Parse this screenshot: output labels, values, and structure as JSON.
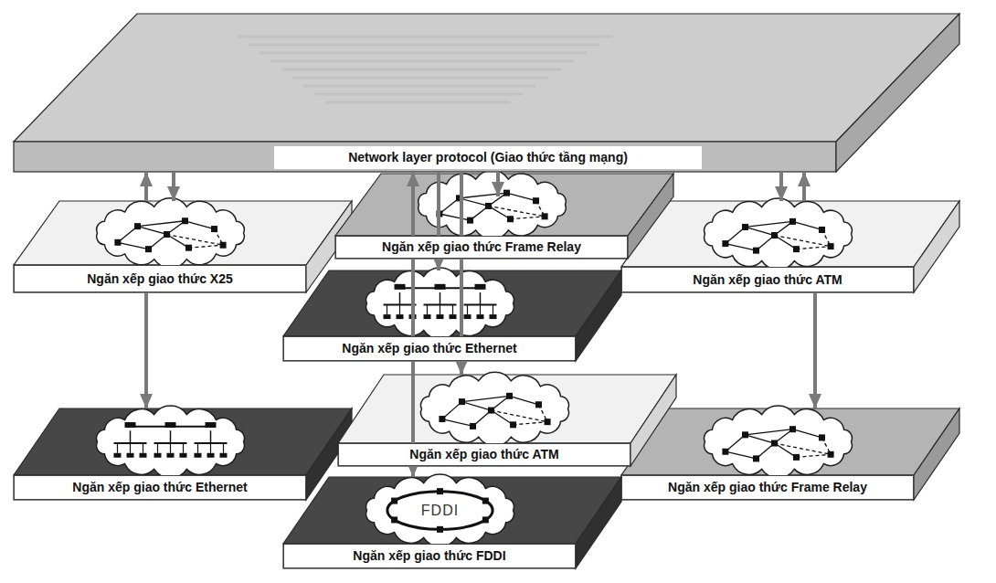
{
  "diagram": {
    "nodes": [
      {
        "text": [
          "Network layer protocol (Giao thức tầng mạng)"
        ]
      },
      {
        "text": [
          "Ngăn xếp giao thức X25"
        ]
      },
      {
        "text": [
          "Ngăn xếp giao thức Frame Relay"
        ]
      },
      {
        "text": [
          "Ngăn xếp giao thức ATM"
        ]
      },
      {
        "text": [
          "Ngăn xếp giao thức Ethernet"
        ]
      },
      {
        "text": [
          "Ngăn xếp giao thức ATM"
        ]
      },
      {
        "text": [
          "Ngăn xếp giao thức Ethernet"
        ]
      },
      {
        "text": [
          "Ngăn xếp giao thức Frame Relay"
        ]
      },
      {
        "text": [
          "Ngăn xếp giao thức FDDI"
        ]
      }
    ],
    "edges": [
      {
        "from": 1,
        "to": 0,
        "arrow": "to"
      },
      {
        "from": 0,
        "to": 1,
        "arrow": "to"
      },
      {
        "from": 1,
        "to": 6,
        "arrow": "to"
      },
      {
        "from": 0,
        "to": 2,
        "arrow": "to"
      },
      {
        "from": 0,
        "to": 4,
        "arrow": "to"
      },
      {
        "from": 0,
        "to": 5,
        "arrow": "to"
      },
      {
        "from": 0,
        "to": 8,
        "arrow": "both"
      },
      {
        "from": 0,
        "to": 3,
        "arrow": "to"
      },
      {
        "from": 3,
        "to": 0,
        "arrow": "to"
      },
      {
        "from": 3,
        "to": 7,
        "arrow": "to"
      }
    ],
    "labels": [
      "FDDI"
    ]
  }
}
